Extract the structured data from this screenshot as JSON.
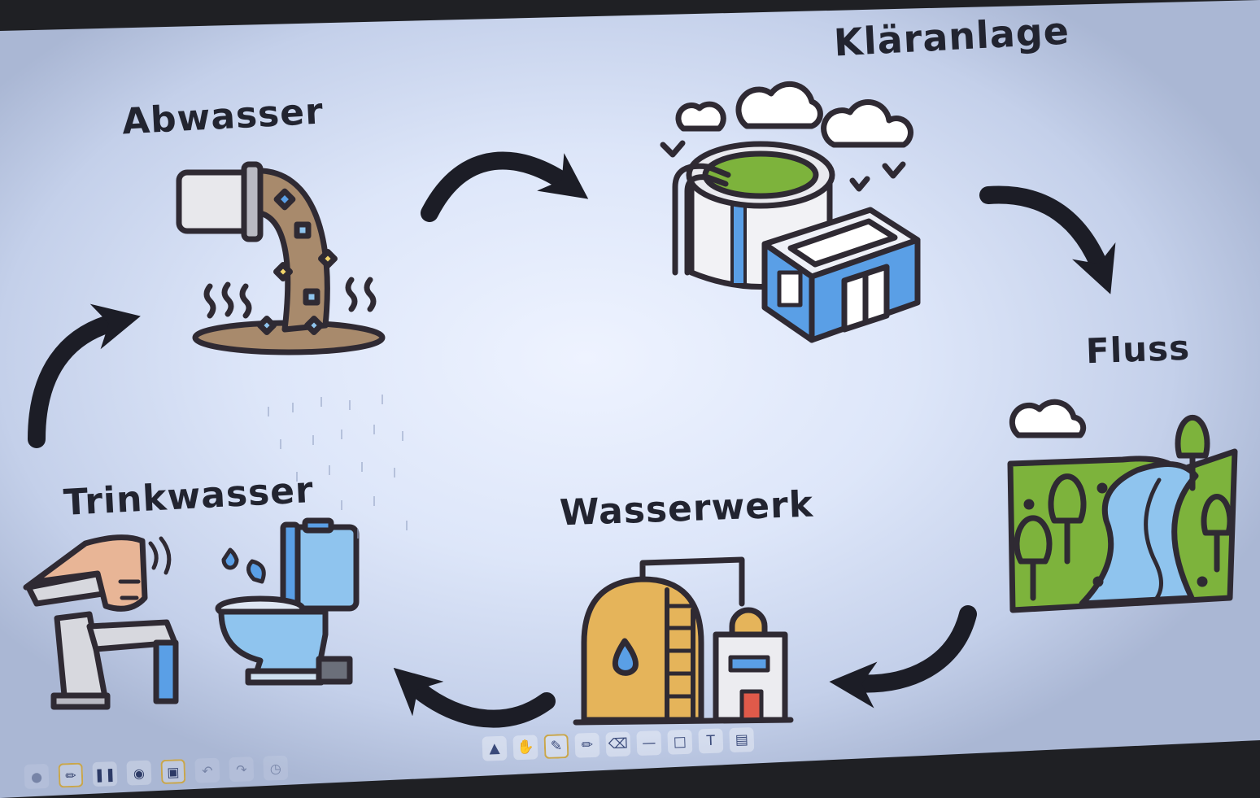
{
  "diagram": {
    "stages": {
      "abwasser": "Abwasser",
      "klaeranlage": "Kläranlage",
      "fluss": "Fluss",
      "wasserwerk": "Wasserwerk",
      "trinkwasser": "Trinkwasser"
    }
  },
  "colors": {
    "outline": "#2f2a33",
    "arrow": "#1c1d26",
    "blue": "#5a9fe6",
    "light_blue": "#8fc4ee",
    "green": "#7db33c",
    "sludge": "#a88a6c",
    "tank": "#e5b45a"
  },
  "toolbar": {
    "tools": [
      "pointer-icon",
      "hand-icon",
      "pen-icon",
      "highlighter-icon",
      "eraser-icon",
      "line-icon",
      "rectangle-icon",
      "text-icon",
      "image-icon"
    ],
    "text_tool_glyph": "T"
  },
  "system_bar": {
    "buttons": [
      "timer-icon",
      "pen-mode-icon",
      "pause-icon",
      "camera-icon",
      "display-icon",
      "undo-icon",
      "redo-icon",
      "lock-icon"
    ]
  }
}
